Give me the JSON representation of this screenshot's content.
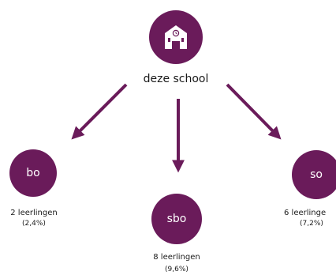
{
  "colors": {
    "accent": "#6a1b5a",
    "text": "#1a1a1a"
  },
  "school": {
    "label": "deze school",
    "icon": "school-building-icon"
  },
  "nodes": [
    {
      "id": "bo",
      "label": "bo",
      "count": "2 leerlingen",
      "pct": "(2,4%)"
    },
    {
      "id": "sbo",
      "label": "sbo",
      "count": "8 leerlingen",
      "pct": "(9,6%)"
    },
    {
      "id": "so",
      "label": "so",
      "count": "6 leerlinge",
      "pct": "(7,2%)"
    }
  ]
}
